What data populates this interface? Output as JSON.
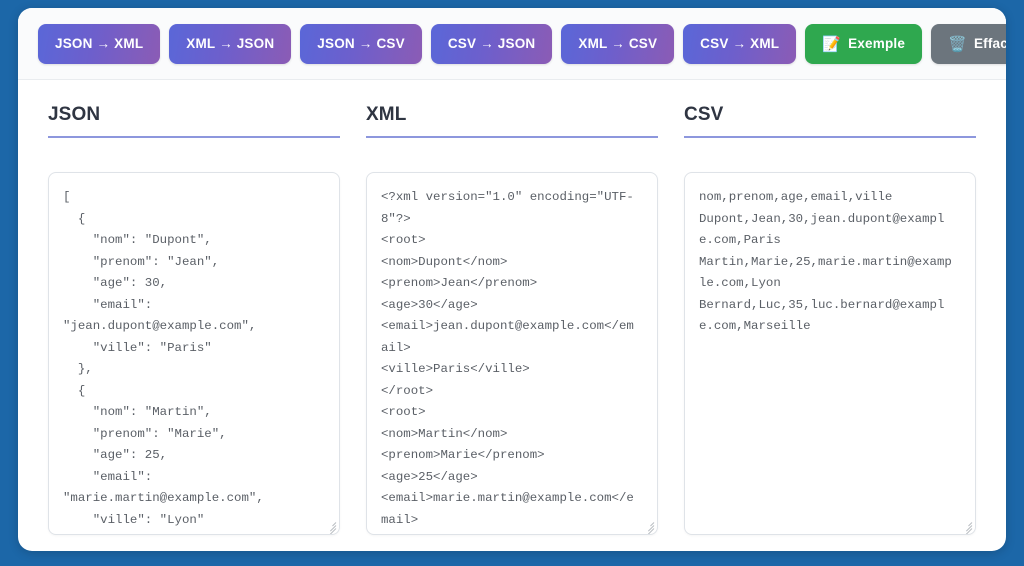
{
  "theme": {
    "page_background": "#1c67a8",
    "card_background": "#ffffff",
    "toolbar_background": "#fafbfc",
    "gradient_from": "#5a67d8",
    "gradient_to": "#8b5cb5",
    "green": "#2fa84f",
    "gray": "#6c757d",
    "title_underline": "#8d97dd",
    "code_text": "#5a5f66"
  },
  "toolbar": {
    "buttons": [
      {
        "label": "JSON → XML",
        "style": "gradient",
        "icon": ""
      },
      {
        "label": "XML → JSON",
        "style": "gradient",
        "icon": ""
      },
      {
        "label": "JSON → CSV",
        "style": "gradient",
        "icon": ""
      },
      {
        "label": "CSV → JSON",
        "style": "gradient",
        "icon": ""
      },
      {
        "label": "XML → CSV",
        "style": "gradient",
        "icon": ""
      },
      {
        "label": "CSV → XML",
        "style": "gradient",
        "icon": ""
      },
      {
        "label": "Exemple",
        "style": "green",
        "icon": "📝"
      },
      {
        "label": "Effacer",
        "style": "gray",
        "icon": "🗑️"
      }
    ]
  },
  "panels": {
    "json": {
      "title": "JSON",
      "content": "[\n  {\n    \"nom\": \"Dupont\",\n    \"prenom\": \"Jean\",\n    \"age\": 30,\n    \"email\": \"jean.dupont@example.com\",\n    \"ville\": \"Paris\"\n  },\n  {\n    \"nom\": \"Martin\",\n    \"prenom\": \"Marie\",\n    \"age\": 25,\n    \"email\": \"marie.martin@example.com\",\n    \"ville\": \"Lyon\""
    },
    "xml": {
      "title": "XML",
      "content": "<?xml version=\"1.0\" encoding=\"UTF-8\"?>\n<root>\n<nom>Dupont</nom>\n<prenom>Jean</prenom>\n<age>30</age>\n<email>jean.dupont@example.com</email>\n<ville>Paris</ville>\n</root>\n<root>\n<nom>Martin</nom>\n<prenom>Marie</prenom>\n<age>25</age>\n<email>marie.martin@example.com</email>"
    },
    "csv": {
      "title": "CSV",
      "content": "nom,prenom,age,email,ville\nDupont,Jean,30,jean.dupont@example.com,Paris\nMartin,Marie,25,marie.martin@example.com,Lyon\nBernard,Luc,35,luc.bernard@example.com,Marseille"
    }
  }
}
